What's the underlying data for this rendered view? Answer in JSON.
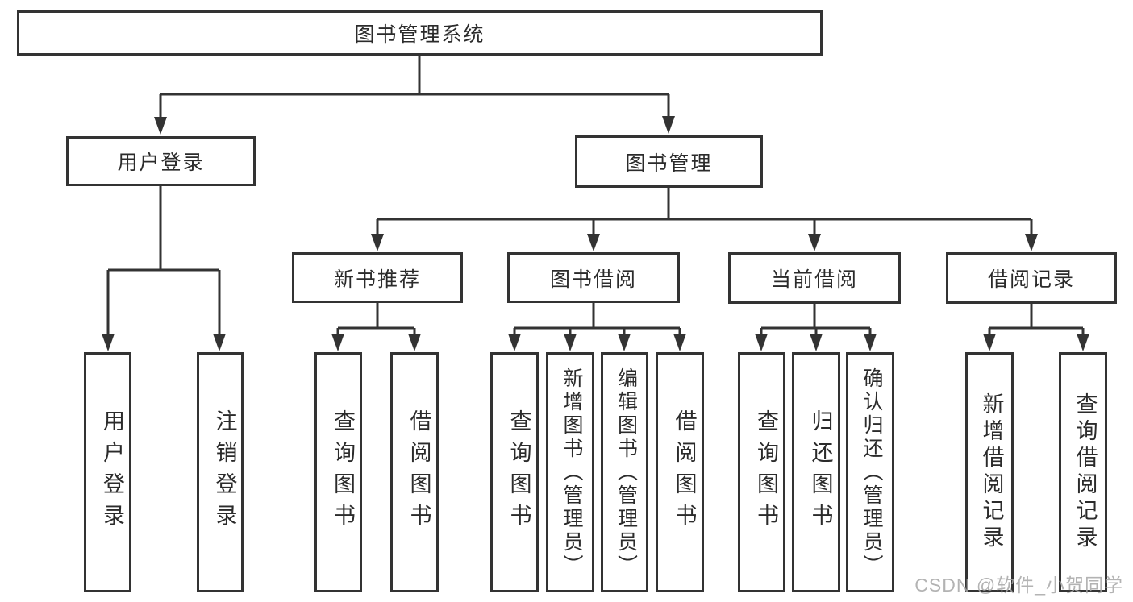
{
  "colors": {
    "line": "#333333",
    "text": "#2b2b2b",
    "background": "#ffffff",
    "watermark": "#a6a6a6"
  },
  "watermark": {
    "text": "CSDN @软件_小贺同学"
  },
  "tree": {
    "root": {
      "label": "图书管理系统"
    },
    "branches": [
      {
        "label": "用户登录",
        "children": [
          {
            "label": "用户登录"
          },
          {
            "label": "注销登录"
          }
        ]
      },
      {
        "label": "图书管理",
        "sections": [
          {
            "label": "新书推荐",
            "children": [
              {
                "label": "查询图书"
              },
              {
                "label": "借阅图书"
              }
            ]
          },
          {
            "label": "图书借阅",
            "children": [
              {
                "label": "查询图书"
              },
              {
                "label": "新增图书（管理员）"
              },
              {
                "label": "编辑图书（管理员）"
              },
              {
                "label": "借阅图书"
              }
            ]
          },
          {
            "label": "当前借阅",
            "children": [
              {
                "label": "查询图书"
              },
              {
                "label": "归还图书"
              },
              {
                "label": "确认归还（管理员）"
              }
            ]
          },
          {
            "label": "借阅记录",
            "children": [
              {
                "label": "新增借阅记录"
              },
              {
                "label": "查询借阅记录"
              }
            ]
          }
        ]
      }
    ]
  }
}
